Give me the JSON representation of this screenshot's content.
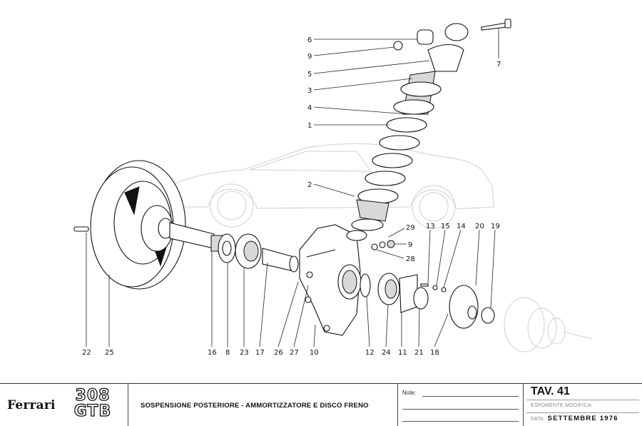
{
  "diagram": {
    "subject": "Rear suspension exploded view",
    "callouts": [
      {
        "id": "label-6",
        "text": "6"
      },
      {
        "id": "label-9a",
        "text": "9"
      },
      {
        "id": "label-5",
        "text": "5"
      },
      {
        "id": "label-3",
        "text": "3"
      },
      {
        "id": "label-4",
        "text": "4"
      },
      {
        "id": "label-1",
        "text": "1"
      },
      {
        "id": "label-7",
        "text": "7"
      },
      {
        "id": "label-2",
        "text": "2"
      },
      {
        "id": "label-29",
        "text": "29"
      },
      {
        "id": "label-9b",
        "text": "9"
      },
      {
        "id": "label-28",
        "text": "28"
      },
      {
        "id": "label-13",
        "text": "13"
      },
      {
        "id": "label-15",
        "text": "15"
      },
      {
        "id": "label-14",
        "text": "14"
      },
      {
        "id": "label-20",
        "text": "20"
      },
      {
        "id": "label-19",
        "text": "19"
      },
      {
        "id": "label-22",
        "text": "22"
      },
      {
        "id": "label-25",
        "text": "25"
      },
      {
        "id": "label-16",
        "text": "16"
      },
      {
        "id": "label-8",
        "text": "8"
      },
      {
        "id": "label-23",
        "text": "23"
      },
      {
        "id": "label-17",
        "text": "17"
      },
      {
        "id": "label-26",
        "text": "26"
      },
      {
        "id": "label-27",
        "text": "27"
      },
      {
        "id": "label-10",
        "text": "10"
      },
      {
        "id": "label-12",
        "text": "12"
      },
      {
        "id": "label-24",
        "text": "24"
      },
      {
        "id": "label-11",
        "text": "11"
      },
      {
        "id": "label-21",
        "text": "21"
      },
      {
        "id": "label-18",
        "text": "18"
      }
    ]
  },
  "title_block": {
    "brand": "Ferrari",
    "model_line1": "308",
    "model_line2": "GTB",
    "title": "SOSPENSIONE POSTERIORE - AMMORTIZZATORE E DISCO FRENO",
    "notes_label": "Note:",
    "plate": "TAV.  41",
    "revision_label": "ESPONENTE MODIFICA:",
    "date_label": "DATA:",
    "date_value": "SETTEMBRE 1976"
  }
}
